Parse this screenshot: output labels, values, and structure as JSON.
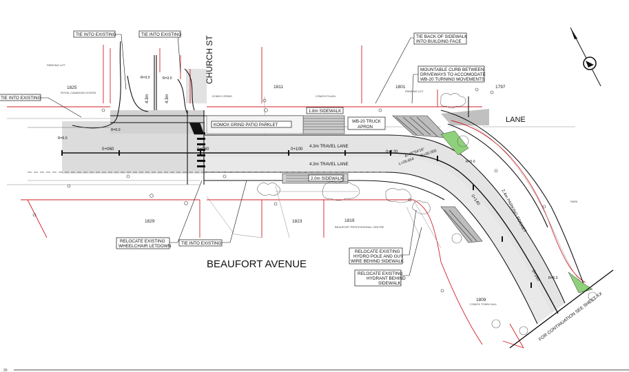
{
  "streets": {
    "church": "CHURCH ST",
    "beaufort": "BEAUFORT AVENUE",
    "lane": "LANE"
  },
  "callouts": {
    "tie_existing_1": "TIE INTO EXISTING",
    "tie_existing_2": "TIE INTO EXISTING",
    "tie_existing_3": "TIE INTO EXISTING",
    "tie_existing_4": "TIE INTO EXISTING",
    "tie_back_line1": "TIE BACK OF SIDEWALK",
    "tie_back_line2": "INTO BUILDING FACE",
    "mountable_line1": "MOUNTABLE CURB BETWEEN",
    "mountable_line2": "DRIVEWAYS TO ACCOMODATE",
    "mountable_line3": "WB-20 TURNING MOVEMENTS",
    "relocate_ramp_line1": "RELOCATE EXISTING",
    "relocate_ramp_line2": "WHEELCHAIR LETDOWN",
    "relocate_hydro_line1": "RELOCATE EXISTING",
    "relocate_hydro_line2": "HYDRO POLE AND GUY",
    "relocate_hydro_line3": "WIRE BEHIND SIDEWALK",
    "relocate_hydrant_line1": "RELOCATE EXISTING",
    "relocate_hydrant_line2": "HYDRANT BEHIND",
    "relocate_hydrant_line3": "SIDEWALK",
    "continuation": "FOR CONTINUATION SEE SHEET XX"
  },
  "labels": {
    "sidewalk_north": "1.8m SIDEWALK",
    "sidewalk_south": "2.0m SIDEWALK",
    "travel_lane_1": "4.3m TRAVEL LANE",
    "travel_lane_2": "4.3m TRAVEL LANE",
    "parklet": "KOMOX GRIND PATIO PARKLET",
    "truck_apron_line1": "WB-20 TRUCK",
    "truck_apron_line2": "APRON",
    "parking_pocket": "2.4m PARKING POCKET",
    "width_1": "4.3m",
    "width_2": "4.3m"
  },
  "stations": {
    "s060": "0+060",
    "s080": "0+080",
    "s100": "0+100",
    "s120": "0+120",
    "s140": "0+140",
    "s160": "0+160"
  },
  "curve": {
    "delta": "Δ=05°54'16\"",
    "length": "L=26.654",
    "radius": "R=30.000"
  },
  "radii": {
    "r1": "R=3.0",
    "r2": "R=3.0",
    "r3": "R=5.0",
    "r4": "R=5.0",
    "r5": "R=5.0",
    "r6": "R=5.0"
  },
  "lots": {
    "l1825": "1825",
    "l1811": "1811",
    "l1801": "1801",
    "l1797": "1797",
    "l1829": "1829",
    "l1823": "1823",
    "l1819": "1819",
    "l1809": "1809"
  },
  "small_text": {
    "royal_canadian_legion": "ROYAL CANADIAN LEGION",
    "komox_grind": "KOMOX GRIND",
    "comox_plaza": "COMOX PLAZA",
    "parking_lot_1": "PARKING LOT",
    "parking_lot_2": "PARKING LOT",
    "beaufort_prof": "BEAUFORT PROFESSIONAL CENTRE",
    "comox_town_hall": "COMOX TOWN HALL",
    "park": "PARK"
  },
  "page_number": "20",
  "colors": {
    "property_line": "#d21f26",
    "linework": "#111111",
    "pavement": "#dadada",
    "road_fill": "#e6e6e6",
    "landscape": "#8fd17a"
  }
}
